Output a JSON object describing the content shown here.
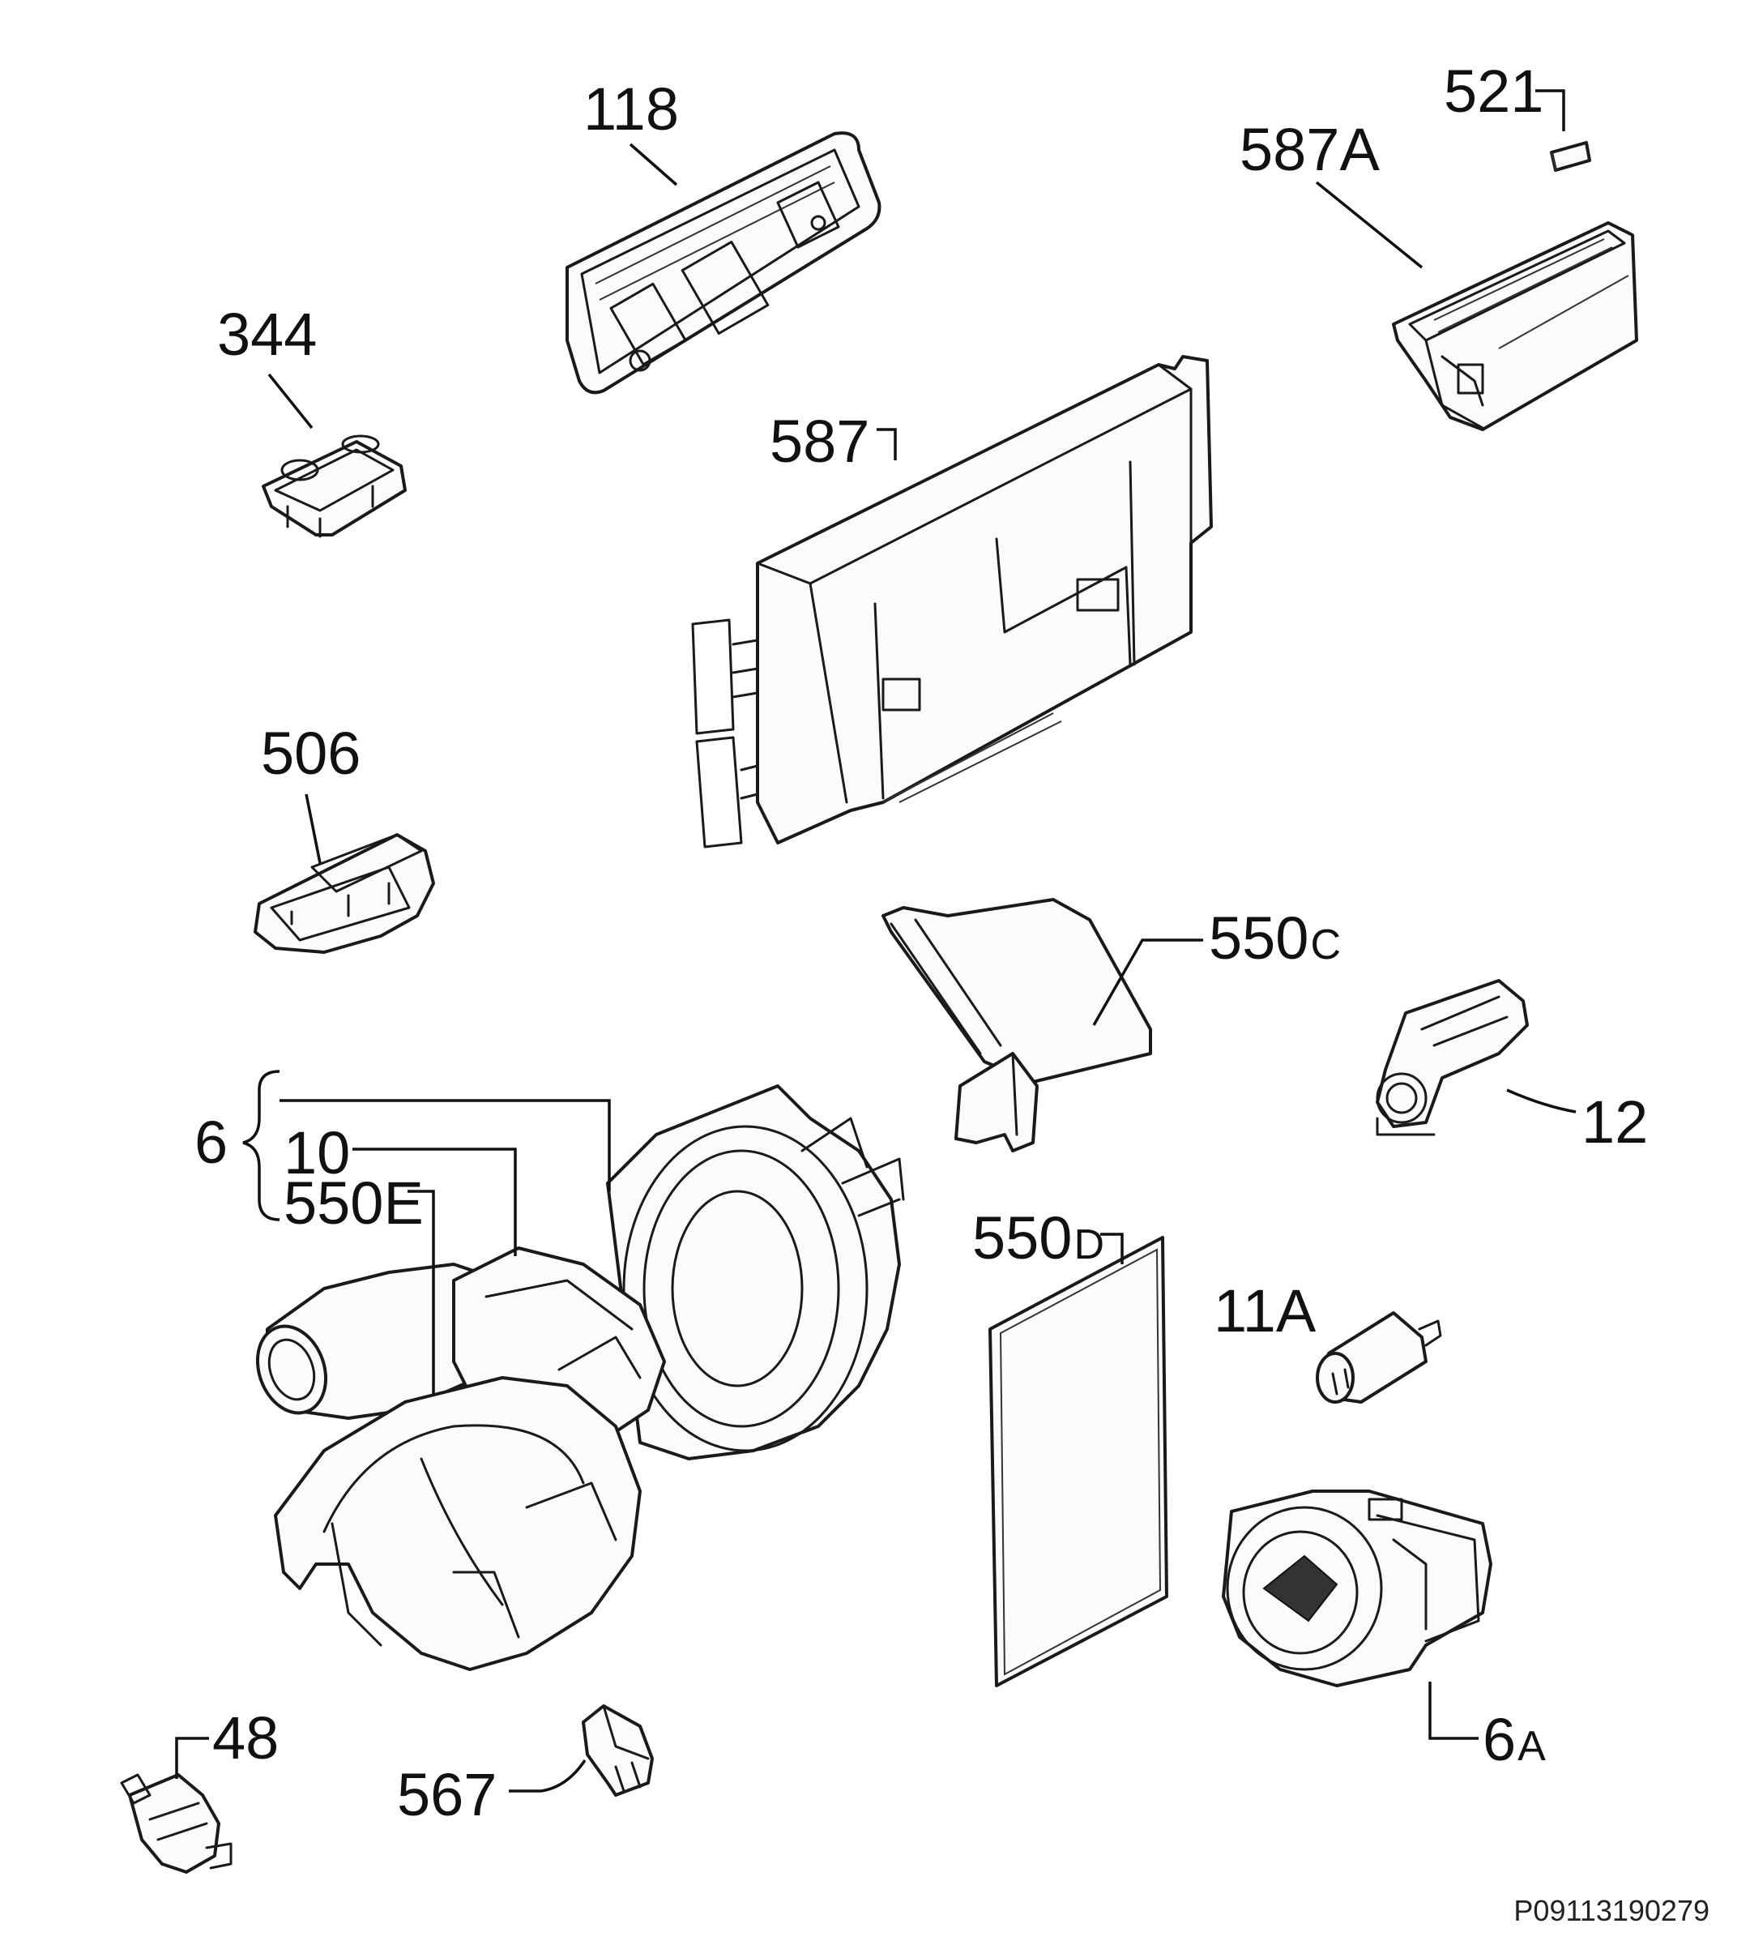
{
  "document": {
    "id": "P09113190279"
  },
  "callouts": {
    "c118": "118",
    "c521": "521",
    "c587A": "587A",
    "c344": "344",
    "c587": "587",
    "c506": "506",
    "c550C_main": "550",
    "c550C_suffix": "C",
    "c12": "12",
    "c6": "6",
    "c10": "10",
    "c550E": "550E",
    "c550D_main": "550",
    "c550D_suffix": "D",
    "c11A": "11A",
    "c48": "48",
    "c567": "567",
    "c6A_main": "6",
    "c6A_suffix": "A"
  }
}
